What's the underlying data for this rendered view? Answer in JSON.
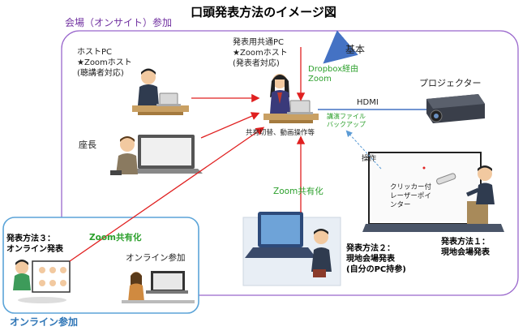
{
  "title": "口頭発表方法のイメージ図",
  "venue_label": "会場（オンサイト）参加",
  "online_label": "オンライン参加",
  "host_pc": {
    "line1": "ホストPC",
    "line2": "★Zoomホスト",
    "line3": "(聴講者対応)"
  },
  "shared_pc": {
    "line1": "発表用共通PC",
    "line2": "★Zoomホスト",
    "line3": "(発表者対応)"
  },
  "kihon": "基本",
  "dropbox": {
    "line1": "Dropbox経由",
    "line2": "Zoom"
  },
  "hdmi": "HDMI",
  "projector": "プロジェクター",
  "backup": {
    "line1": "講演ファイル",
    "line2": "バックアップ"
  },
  "switch_ops": "共有切替、動画操作等",
  "chair": "座長",
  "operation": "操作",
  "clicker": {
    "line1": "クリッカー付",
    "line2": "レーザーポイ",
    "line3": "ンター"
  },
  "zoom_share_center": "Zoom共有化",
  "zoom_share_online": "Zoom共有化",
  "method1": {
    "line1": "発表方法１：",
    "line2": "現地会場発表"
  },
  "method2": {
    "line1": "発表方法２：",
    "line2": "現地会場発表",
    "line3": "(自分のPC持参)"
  },
  "method3": {
    "line1": "発表方法３：",
    "line2": "オンライン発表"
  },
  "online_join": "オンライン参加",
  "colors": {
    "venue_border": "#9966cc",
    "online_border": "#5ba4d8",
    "arrow_red": "#e02020",
    "arrow_blue": "#4472c4"
  }
}
